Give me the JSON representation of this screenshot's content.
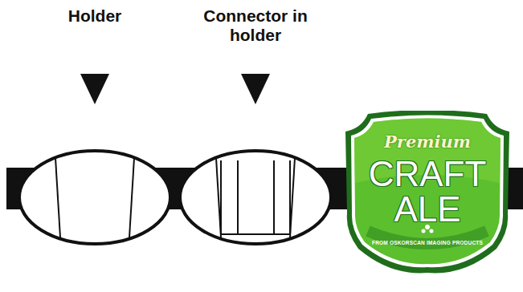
{
  "diagram": {
    "nodes": [
      {
        "text": [
          "Premium",
          "CRAFT ALE",
          "FROM OSKORSCAN IMAGING PRODUCTS"
        ]
      }
    ],
    "labels": [
      "Holder",
      "Connector in holder"
    ]
  }
}
